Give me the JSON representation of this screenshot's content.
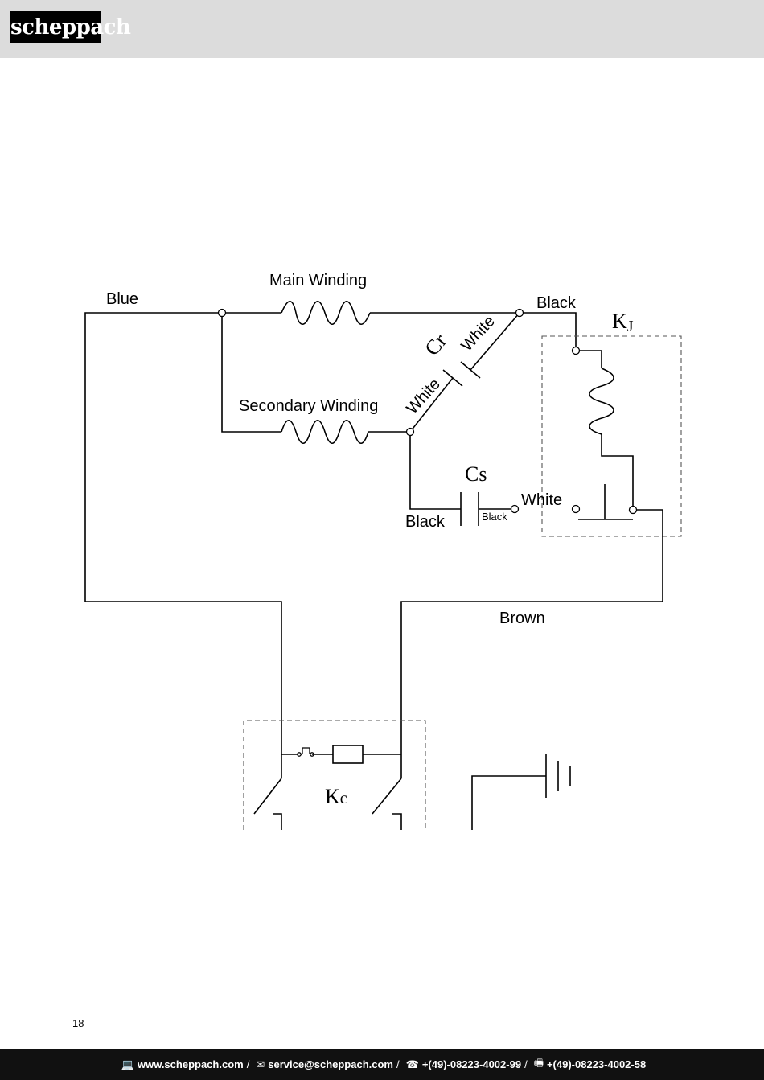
{
  "header": {
    "logo_text": "scheppach"
  },
  "diagram": {
    "labels": {
      "blue": "Blue",
      "main_winding": "Main Winding",
      "black_top": "Black",
      "kj": "KJ",
      "cr": "Cr",
      "white_upper": "White",
      "white_lower": "White",
      "secondary_winding": "Secondary Winding",
      "cs": "Cs",
      "white_right": "White",
      "black_left": "Black",
      "black_small": "Black",
      "brown": "Brown",
      "kc": "Kc"
    }
  },
  "page": {
    "number": "18"
  },
  "footer": {
    "website": "www.scheppach.com",
    "separator": "/",
    "email": "service@scheppach.com",
    "phone": "+(49)-08223-4002-99",
    "fax": "+(49)-08223-4002-58",
    "icons": [
      "computer-icon",
      "mail-icon",
      "phone-icon",
      "fax-icon"
    ]
  }
}
